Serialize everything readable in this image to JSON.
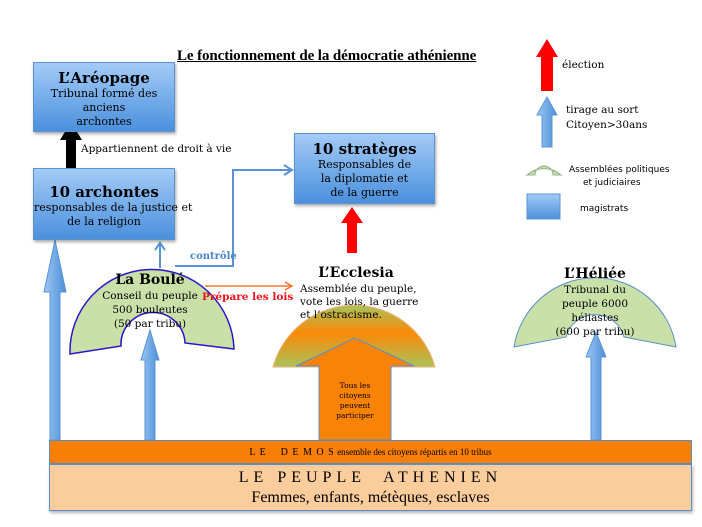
{
  "title": "Le fonctionnement de la démocratie athénienne",
  "legend": {
    "election": "élection",
    "tirage_line1": "tirage au sort",
    "tirage_line2": "Citoyen>30ans",
    "assemblies_line1": "Assemblées politiques",
    "assemblies_line2": "et judiciaires",
    "magistrates": "magistrats"
  },
  "areopage": {
    "title": "L’Aréopage",
    "desc_line1": "Tribunal formé des anciens",
    "desc_line2": "archontes"
  },
  "archontes": {
    "title": "10 archontes",
    "desc_line1": "responsables de la justice et",
    "desc_line2": "de la religion"
  },
  "strateges": {
    "title": "10 stratèges",
    "desc_line1": "Responsables de",
    "desc_line2": "la diplomatie et",
    "desc_line3": "de la guerre"
  },
  "boule": {
    "title": "La Boulé",
    "desc_line1": "Conseil du peuple",
    "desc_line2": "500 bouleutes",
    "desc_line3": "(50 par tribu)"
  },
  "ecclesia": {
    "title": "L’Ecclesia",
    "desc_line1": "Assemblée du peuple,",
    "desc_line2": "vote les lois, la guerre",
    "desc_line3": "et l’ostracisme."
  },
  "heliee": {
    "title": "L’Héliée",
    "desc_line1": "Tribunal du",
    "desc_line2": "peuple 6000",
    "desc_line3": "héliastes",
    "desc_line4": "(600 par tribu)"
  },
  "labels": {
    "appartiennent": "Appartiennent de droit à vie",
    "controle": "contrôle",
    "prepare": "Prépare les lois",
    "tous_line1": "Tous les",
    "tous_line2": "citoyens",
    "tous_line3": "peuvent",
    "tous_line4": "participer"
  },
  "demos": {
    "label": "L E    D E M O S",
    "desc": "ensemble des citoyens répartis en 10 tribus"
  },
  "peuple": {
    "line1": "LE PEUPLE  ATHENIEN",
    "line2": "Femmes, enfants, métèques, esclaves"
  },
  "colors": {
    "magistrate_box": "#5b9be0",
    "election_arrow": "#ff0000",
    "tirage_arrow": "#6aa6e8",
    "assembly_fill": "#c9e0a8",
    "ecclesia_orange": "#f88a08",
    "demos_orange": "#f77f06",
    "peuple_fill": "#fbcd9d",
    "prepare_red": "#e8141b"
  }
}
